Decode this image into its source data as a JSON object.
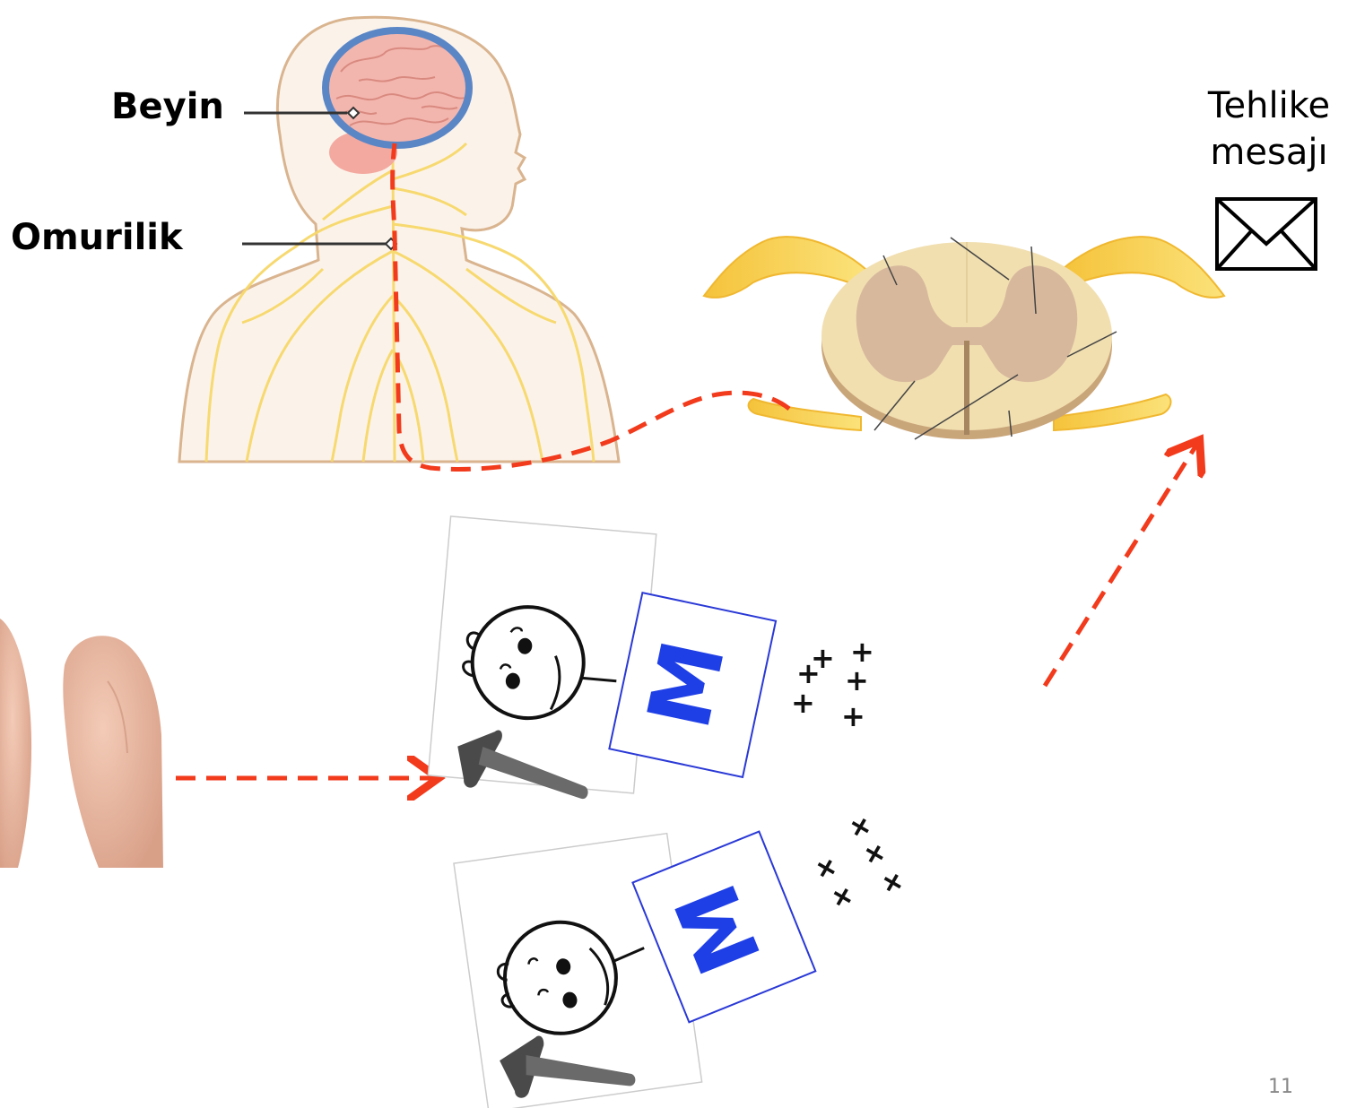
{
  "labels": {
    "brain": "Beyin",
    "spinal_cord": "Omurilik",
    "danger_line1": "Tehlike",
    "danger_line2": "mesajı"
  },
  "card_letter": "M",
  "page_number": "11",
  "icons": [
    "envelope-icon",
    "hammer-icon",
    "stick-figure-face",
    "finger-image",
    "brain-image",
    "spinal-cord-cross-section",
    "nervous-system-figure"
  ],
  "colors": {
    "arrow": "#f23a1c",
    "brain_ring": "#5b86c6",
    "nerves": "#f7d86a",
    "card_border": "#2a39d6",
    "letter": "#1f3fe6"
  }
}
